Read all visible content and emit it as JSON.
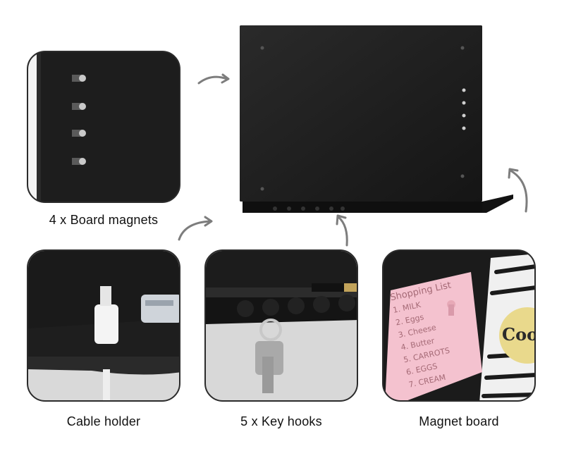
{
  "captions": {
    "board_magnets": "4 x Board magnets",
    "cable_holder": "Cable holder",
    "key_hooks": "5 x Key hooks",
    "magnet_board": "Magnet board"
  },
  "note": {
    "title": "Shopping List",
    "items": [
      "1. MILK",
      "2. Eggs",
      "3. Cheese",
      "4. Butter",
      "5. CARROTS",
      "6. EGGS",
      "7. CREAM"
    ]
  },
  "cool_sticker": "Cool",
  "colors": {
    "board": "#1d1d1d",
    "arrow": "#7d7d7d",
    "note_pink": "#f4c2cf",
    "sticker_yellow": "#e9d98c"
  },
  "icons": [
    "curved-arrow-icon"
  ]
}
